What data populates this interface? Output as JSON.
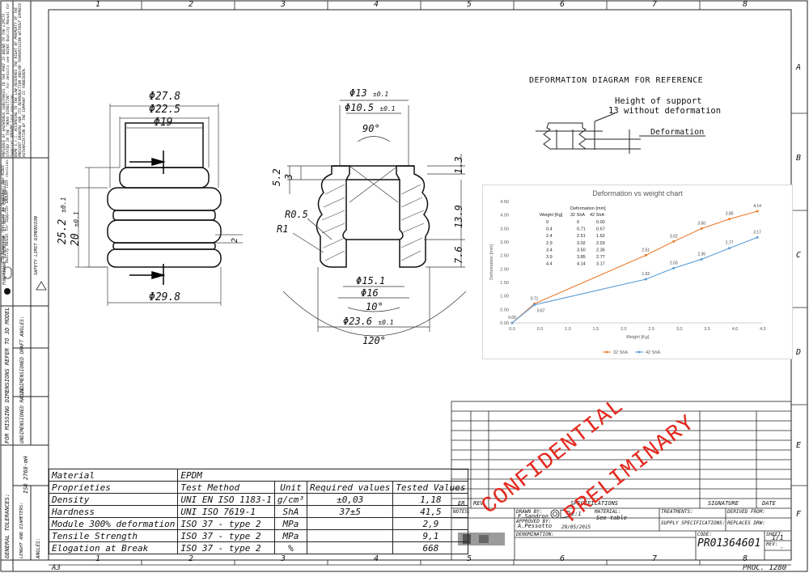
{
  "zones_top": [
    "1",
    "2",
    "3",
    "4",
    "5",
    "6",
    "7",
    "8"
  ],
  "zones_side": [
    "A",
    "B",
    "C",
    "D",
    "E",
    "F"
  ],
  "sheet_size": "A3",
  "proc": "PROC. 1280",
  "left_notes": {
    "hazard": "PRESENCE OF HAZARDOUS SUBSTANCES IN THE PART IS BOUND TO THE LIMITS STATED IN THE \"ROHS DIRECTIVE\". For details see NIDEC Quality Manual for Supplier GROUPP last revision.",
    "property": "NSPN S.r.l. ACCORDING TO THE LAW RESERVES THE RIGHT OF PROPERTY OF THE PRESENT DRAWING AND ITS REPRODUCTION AND/OR TRANSMISSION WITHOUT EXPRESS AUTHORIZATION BY THE COMPANY IS FORBIDDEN.",
    "ctq": "CTQ Dimension (Critical to Quality). See NIDEC Quality Manual for Supplier GROUPP last revision.",
    "functional": "FUNCTIONAL DIMENSION: IT MUST BE CONTROLLED",
    "safety": "SAFETY LIMIT DIMENSION",
    "missing": "FOR MISSING DIMENSIONS REFER TO 3D MODEL",
    "draft": "UNDIMENSIONED DRAFT ANGLES:",
    "radii": "UNDIMENSIONED RADII:",
    "general_tol": "GENERAL TOLERANCES:",
    "lengths": "LENGHT AND DIAMETERS:",
    "iso": "ISO 2768-mH",
    "angles": "ANGLES:"
  },
  "dims_left": {
    "d278": "Φ27.8",
    "d225": "Φ22.5",
    "d19": "Φ19",
    "h252": "25.2",
    "h252_tol": "±0.1",
    "h20": "20",
    "h20_tol": "±0.1",
    "g2": "2",
    "d298": "Φ29.8"
  },
  "dims_section": {
    "d13": "Φ13",
    "d13_tol": "±0.1",
    "d105": "Φ10.5",
    "d105_tol": "±0.1",
    "a90": "90°",
    "h52": "5.2",
    "h3": "3",
    "h13": "1.3",
    "h139": "13.9",
    "h76": "7.6",
    "r05": "R0.5",
    "r1": "R1",
    "d151": "Φ15.1",
    "d16": "Φ16",
    "a10": "10°",
    "d236": "Φ23.6",
    "d236_tol": "±0.1",
    "a120": "120°"
  },
  "deformation": {
    "title": "DEFORMATION DIAGRAM FOR REFERENCE",
    "support_1": "Height of support",
    "support_2": "13 without deformation",
    "label": "Deformation"
  },
  "chart_data": {
    "type": "line",
    "title": "Deformation vs weight chart",
    "xlabel": "Weight [Kg]",
    "ylabel": "Deformation [mm]",
    "xlim": [
      0,
      4.5
    ],
    "ylim": [
      0,
      4.5
    ],
    "xticks": [
      "0.0",
      "0.5",
      "1.0",
      "1.5",
      "2.0",
      "2.5",
      "3.0",
      "3.5",
      "4.0",
      "4.5"
    ],
    "yticks": [
      "0.00",
      "0.50",
      "1.00",
      "1.50",
      "2.00",
      "2.50",
      "3.00",
      "3.50",
      "4.00",
      "4.50"
    ],
    "grid": false,
    "legend": "bottom",
    "x": [
      0,
      0.4,
      2.4,
      2.9,
      3.4,
      3.9,
      4.4
    ],
    "series": [
      {
        "name": "32 ShA",
        "color": "#ed7d31",
        "values": [
          0,
          0.71,
          2.51,
          3.02,
          3.5,
          3.85,
          4.14
        ],
        "labels": [
          "0.00",
          "0.71",
          "2.51",
          "3.02",
          "3.50",
          "3.85",
          "4.14"
        ]
      },
      {
        "name": "42 ShA",
        "color": "#5b9bd5",
        "values": [
          0,
          0.67,
          1.62,
          2.03,
          2.36,
          2.77,
          3.17
        ],
        "labels": [
          "",
          "0.67",
          "1.62",
          "2.03",
          "2.36",
          "2.77",
          "3.17"
        ]
      }
    ],
    "table": {
      "caption": "Deformation [mm]",
      "headers": [
        "Weight [Kg]",
        "32 ShA",
        "42 ShA"
      ],
      "rows": [
        [
          "0",
          "0",
          "0.00"
        ],
        [
          "0.4",
          "0.71",
          "0.67"
        ],
        [
          "2.4",
          "2.51",
          "1.62"
        ],
        [
          "2.9",
          "3.02",
          "2.03"
        ],
        [
          "3.4",
          "3.50",
          "2.36"
        ],
        [
          "3.9",
          "3.85",
          "2.77"
        ],
        [
          "4.4",
          "4.14",
          "3.17"
        ]
      ]
    }
  },
  "material_table": {
    "rows": [
      [
        "Material",
        "EPDM",
        "",
        "",
        ""
      ],
      [
        "Proprieties",
        "Test Method",
        "Unit",
        "Required values",
        "Tested Values"
      ],
      [
        "Density",
        "UNI EN ISO 1183-1",
        "g/cm³",
        "±0,03",
        "1,18"
      ],
      [
        "Hardness",
        "UNI ISO 7619-1",
        "ShA",
        "37±5",
        "41,5"
      ],
      [
        "Module 300% deformation",
        "ISO 37 - type 2",
        "MPa",
        "",
        "2,9"
      ],
      [
        "Tensile Strength",
        "ISO 37 - type 2",
        "MPa",
        "",
        "9,1"
      ],
      [
        "Elogation at Break",
        "ISO 37 - type 2",
        "%",
        "",
        "668"
      ]
    ]
  },
  "title_block": {
    "er": "ER",
    "rev": "REV",
    "specs": "SPECIFICATIONS",
    "signature": "SIGNATURE",
    "date": "DATE",
    "notes": "NOTES:",
    "drawn_by": "DRAWN BY:",
    "drawn_name": "F.Sandron",
    "material_lbl": "MATERIAL:",
    "material_val": "See table",
    "approved_by": "APPROVED BY:",
    "approved_name": "A.Pessotto",
    "approved_date": "29/05/2015",
    "denomination": "DENOMINATION:",
    "treatments": "TREATMENTS:",
    "derived_from": "DERIVED FROM:",
    "supply_specs": "SUPPLY SPECIFICATIONS:",
    "replaces": "REPLACES DRW:",
    "code": "CODE:",
    "code_val": "PR01364601",
    "sheet": "SHEET:",
    "sheet_val": "1/1",
    "rev_lbl": "REV:",
    "rev_val": "-",
    "scale": "2:1"
  },
  "stamps": {
    "confidential": "CONFIDENTIAL",
    "preliminary": "PRELIMINARY"
  }
}
